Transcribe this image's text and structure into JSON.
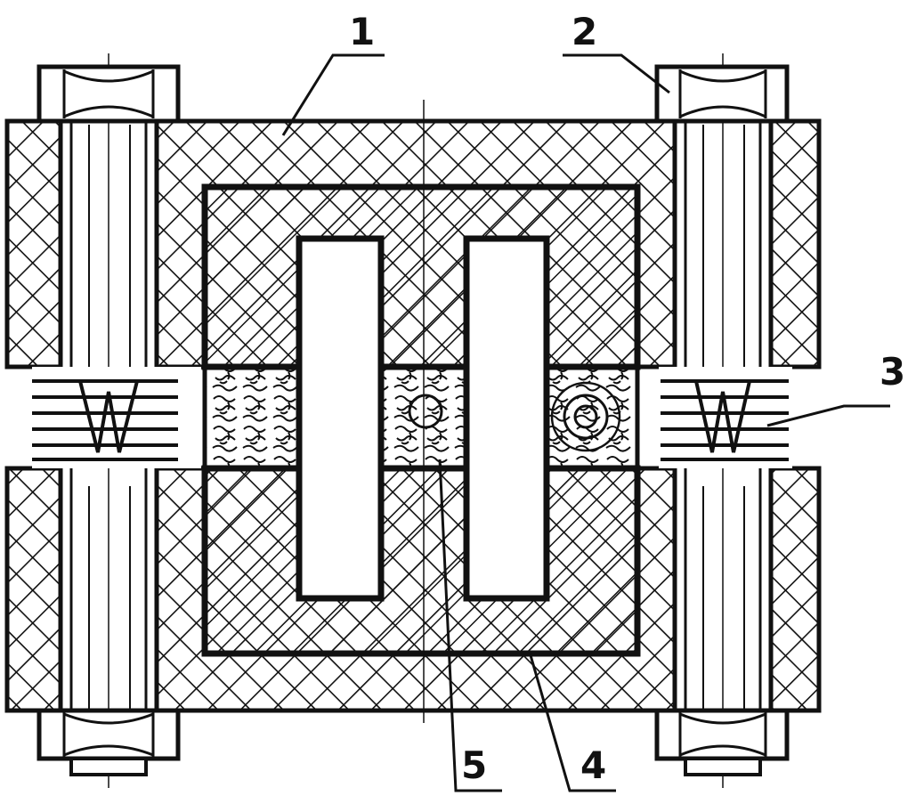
{
  "diagram": {
    "type": "cross-section drawing",
    "colors": {
      "ink": "#111111",
      "paper": "#ffffff"
    },
    "hatch_patterns": {
      "outer_frame": "crosshatch",
      "core": "diagonal",
      "gap_filler": "wavy-texture"
    },
    "callouts": [
      {
        "id": "1",
        "label": "1"
      },
      {
        "id": "2",
        "label": "2"
      },
      {
        "id": "3",
        "label": "3"
      },
      {
        "id": "4",
        "label": "4"
      },
      {
        "id": "5",
        "label": "5"
      }
    ]
  }
}
